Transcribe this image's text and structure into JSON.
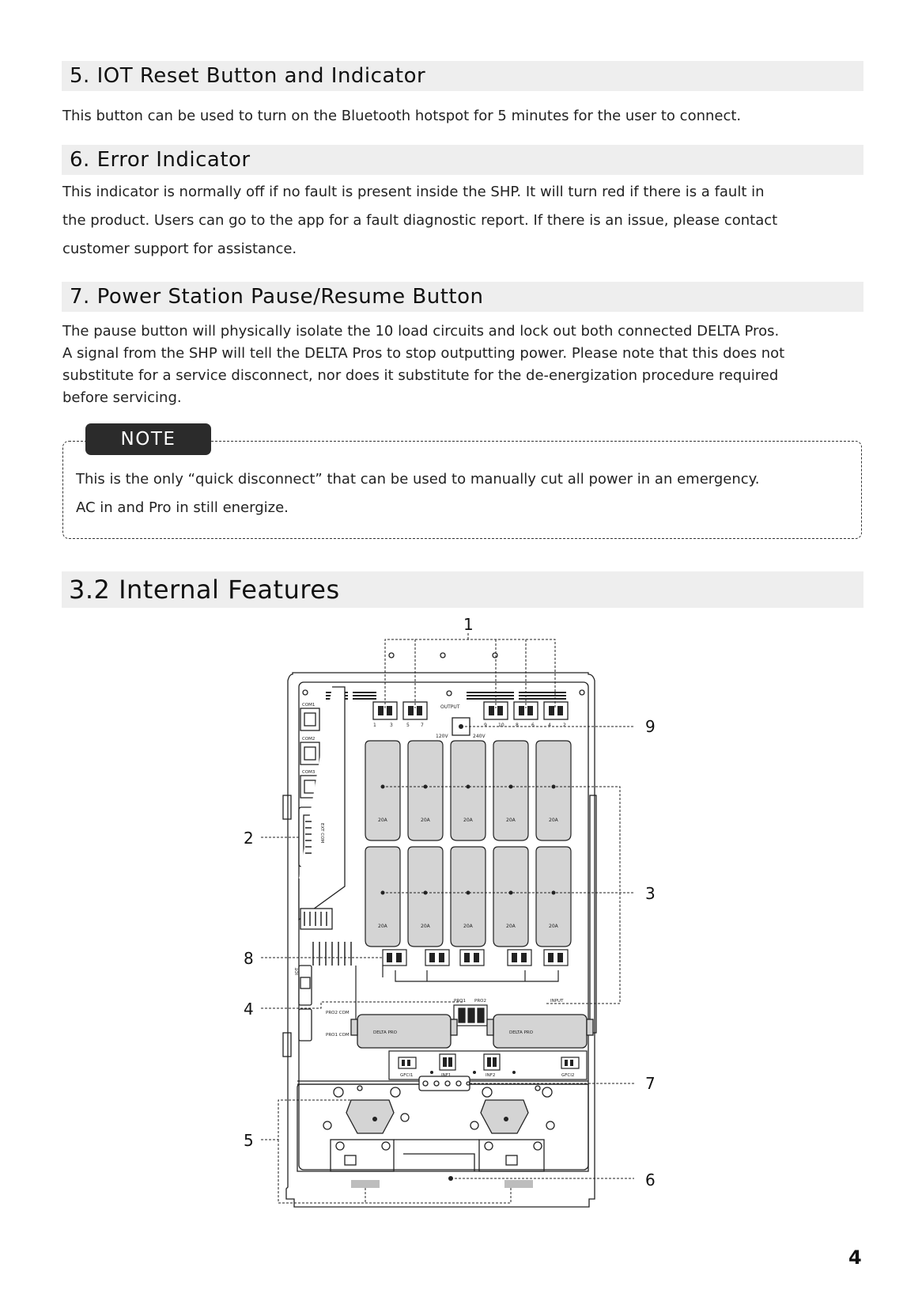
{
  "sections": [
    {
      "heading": "5. IOT Reset Button and Indicator",
      "body": [
        "This button can be used to turn on the Bluetooth hotspot for 5 minutes for the user to connect."
      ]
    },
    {
      "heading": "6. Error Indicator",
      "body": [
        "This indicator is normally off if no fault is present inside the SHP. It will turn red if there is a fault in",
        "the product. Users can go to the app for a fault diagnostic report. If there is an issue, please contact",
        "customer support for assistance."
      ]
    },
    {
      "heading": "7. Power Station Pause/Resume Button",
      "body": [
        "The pause button will physically isolate the 10 load circuits and lock out both connected DELTA Pros.",
        "A signal from the SHP will tell the DELTA Pros to stop outputting power. Please note that this does not",
        "substitute for a service disconnect, nor does it substitute for the de-energization procedure required",
        "before servicing."
      ]
    }
  ],
  "note": {
    "label": "NOTE",
    "lines": [
      "This is the only “quick disconnect” that can be used to manually cut all power in an emergency.",
      "AC in and Pro in still energize."
    ]
  },
  "chapter_heading": "3.2  Internal Features",
  "diagram": {
    "callouts": [
      "1",
      "2",
      "3",
      "4",
      "5",
      "6",
      "7",
      "8",
      "9"
    ],
    "board_labels": {
      "com1": "COM1",
      "com2": "COM2",
      "com3": "COM3",
      "output": "OUTPUT",
      "v120": "120V",
      "v240": "240V",
      "breaker": "20A",
      "ext_com": "EXT COM",
      "pro1": "PRO1",
      "pro2": "PRO2",
      "input": "INPUT",
      "delta_pro": "DELTA PRO",
      "pro2_com": "PRO2 COM",
      "pro1_com": "PRO1 COM",
      "iot": "IOT",
      "gfci1": "GFCI1",
      "gfci2": "GFCI2",
      "inf1": "INF1",
      "inf2": "INF2",
      "top_numbers": [
        "1",
        "3",
        "5",
        "7",
        "9",
        "10",
        "8",
        "6",
        "4",
        "2"
      ]
    }
  },
  "page_number": "4"
}
